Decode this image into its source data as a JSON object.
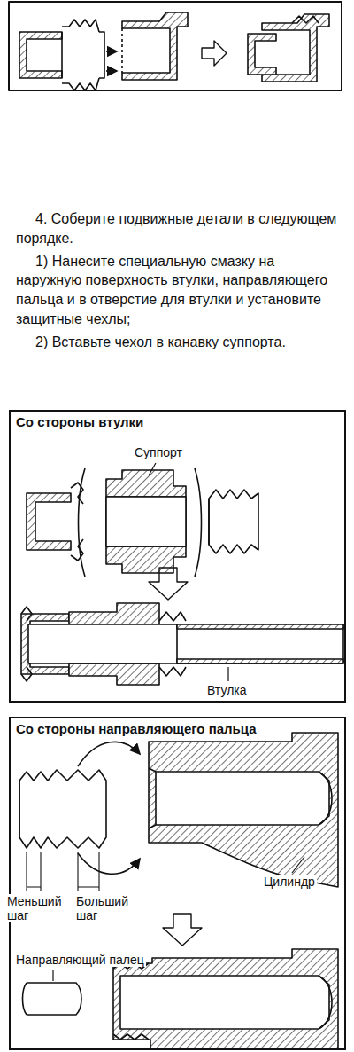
{
  "diagram": {
    "nodes": [
      {
        "text": [
          "Со стороны втулки"
        ]
      },
      {
        "text": [
          "Со стороны направляющего пальца"
        ]
      }
    ],
    "labels": [
      "4. Соберите подвижные детали в следующем порядке.",
      "1) Нанесите специальную смазку на наружную поверхность втулки, направляющего пальца и в отверстие для втулки и установите защитные чехлы;",
      "2) Вставьте чехол в канавку суппорта.",
      "Суппорт",
      "Втулка",
      "Цилиндр",
      "Меньший шаг",
      "Больший шаг",
      "Направляющий палец"
    ]
  }
}
